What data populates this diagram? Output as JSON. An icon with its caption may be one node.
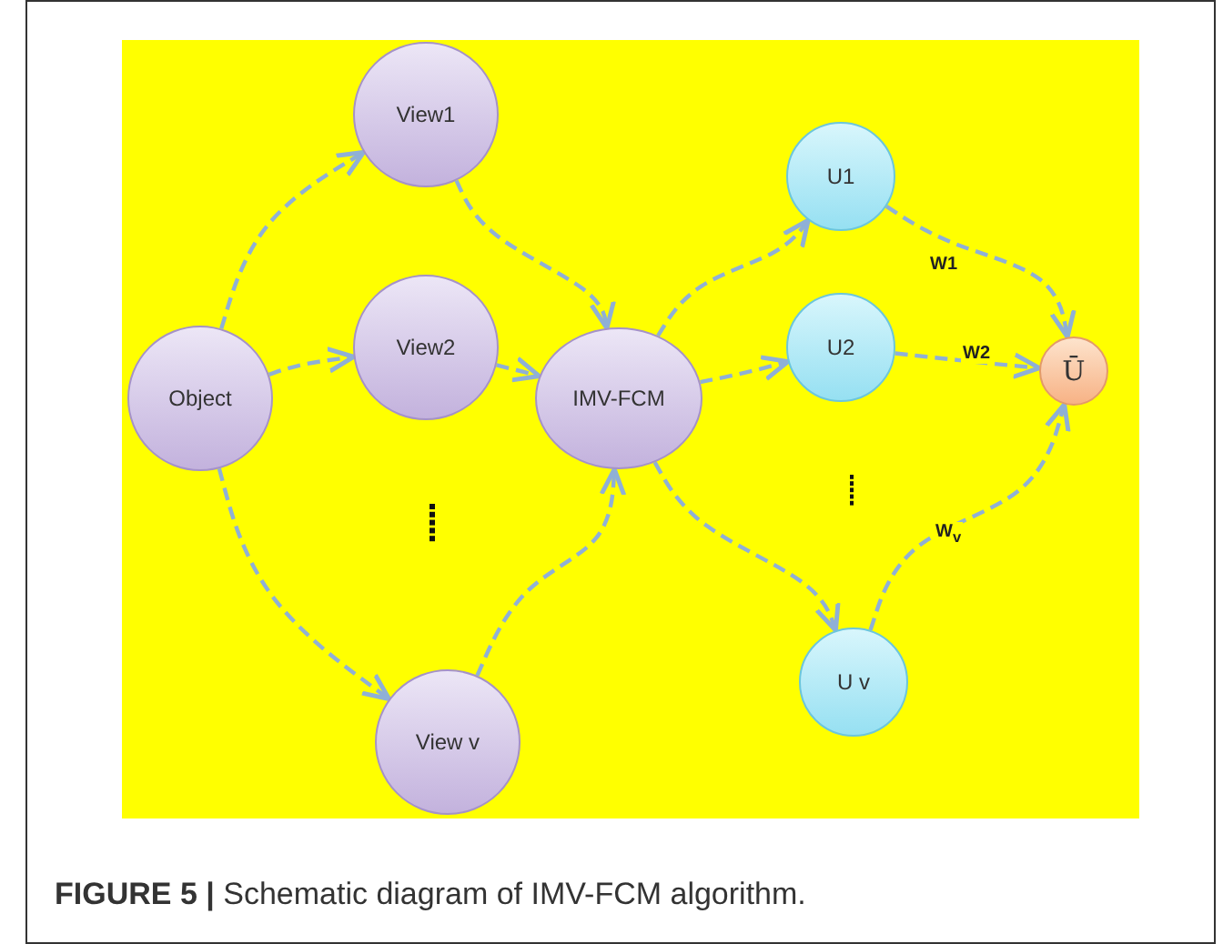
{
  "diagram": {
    "caption": "**FIGURE 5 |** Schematic diagram of IMV-FCM algorithm.",
    "nodes": [
      {
        "text": [
          "Object"
        ]
      },
      {
        "text": [
          "View1"
        ]
      },
      {
        "text": [
          "View2"
        ]
      },
      {
        "text": [
          "View v"
        ]
      },
      {
        "text": [
          "IMV-FCM"
        ]
      },
      {
        "text": [
          "U1"
        ]
      },
      {
        "text": [
          "U2"
        ]
      },
      {
        "text": [
          "U v"
        ]
      },
      {
        "text": [
          "Ū"
        ]
      }
    ],
    "edges": [
      {
        "from": 0,
        "to": 1,
        "arrow": "to",
        "style": "dashed"
      },
      {
        "from": 0,
        "to": 2,
        "arrow": "to",
        "style": "dashed"
      },
      {
        "from": 0,
        "to": 3,
        "arrow": "to",
        "style": "dashed"
      },
      {
        "from": 1,
        "to": 4,
        "arrow": "to",
        "style": "dashed"
      },
      {
        "from": 2,
        "to": 4,
        "arrow": "to",
        "style": "dashed"
      },
      {
        "from": 3,
        "to": 4,
        "arrow": "to",
        "style": "dashed"
      },
      {
        "from": 4,
        "to": 5,
        "arrow": "to",
        "style": "dashed"
      },
      {
        "from": 4,
        "to": 6,
        "arrow": "to",
        "style": "dashed"
      },
      {
        "from": 4,
        "to": 7,
        "arrow": "to",
        "style": "dashed"
      },
      {
        "from": 5,
        "to": 8,
        "arrow": "to",
        "style": "dashed",
        "label": "W1"
      },
      {
        "from": 6,
        "to": 8,
        "arrow": "to",
        "style": "dashed",
        "label": "W2"
      },
      {
        "from": 7,
        "to": 8,
        "arrow": "to",
        "style": "dashed",
        "label": "W$_{v}$"
      }
    ]
  }
}
